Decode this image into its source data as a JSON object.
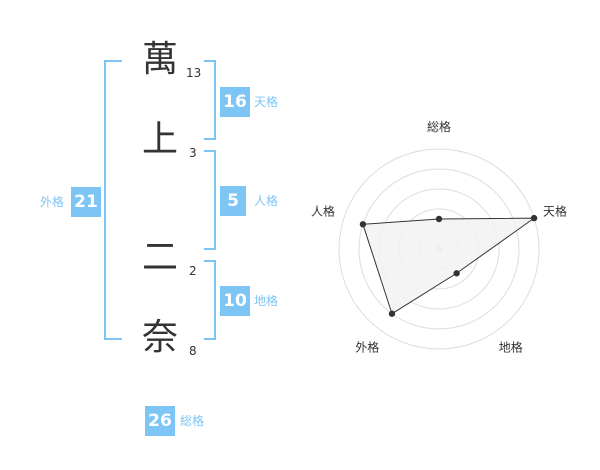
{
  "name": {
    "chars": [
      {
        "char": "萬",
        "strokes": "13"
      },
      {
        "char": "上",
        "strokes": "3"
      },
      {
        "char": "二",
        "strokes": "2"
      },
      {
        "char": "奈",
        "strokes": "8"
      }
    ]
  },
  "fortune": {
    "tenkaku": {
      "value": "16",
      "label": "天格"
    },
    "jinkaku": {
      "value": "5",
      "label": "人格"
    },
    "chikaku": {
      "value": "10",
      "label": "地格"
    },
    "gaikaku": {
      "value": "21",
      "label": "外格"
    },
    "soukaku": {
      "value": "26",
      "label": "総格"
    }
  },
  "colors": {
    "accent": "#7cc5f5",
    "text": "#333333",
    "ring": "#dddddd",
    "fill": "#f2f2f2"
  },
  "chart_data": {
    "type": "radar",
    "axes": [
      "総格",
      "天格",
      "地格",
      "外格",
      "人格"
    ],
    "values": [
      1.5,
      5,
      1.5,
      4,
      4
    ],
    "max": 5
  }
}
